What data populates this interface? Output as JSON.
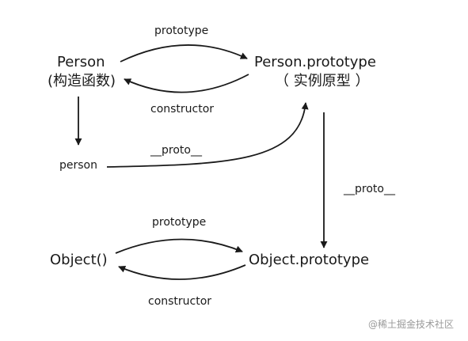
{
  "nodes": {
    "person_ctor": {
      "name": "Person",
      "note": "(构造函数)"
    },
    "person_proto": {
      "name": "Person.prototype",
      "note": "（ 实例原型 ）"
    },
    "person_instance": {
      "name": "person"
    },
    "object_ctor": {
      "name": "Object()"
    },
    "object_proto": {
      "name": "Object.prototype"
    }
  },
  "edges": {
    "person_prototype": "prototype",
    "person_constructor": "constructor",
    "person_proto_link": "__proto__",
    "person_proto_to_object": "__proto__",
    "object_prototype": "prototype",
    "object_constructor": "constructor"
  },
  "watermark": "@稀土掘金技术社区",
  "colors": {
    "line": "#1a1a1a",
    "text": "#1a1a1a",
    "watermark": "#9a9a9a"
  }
}
